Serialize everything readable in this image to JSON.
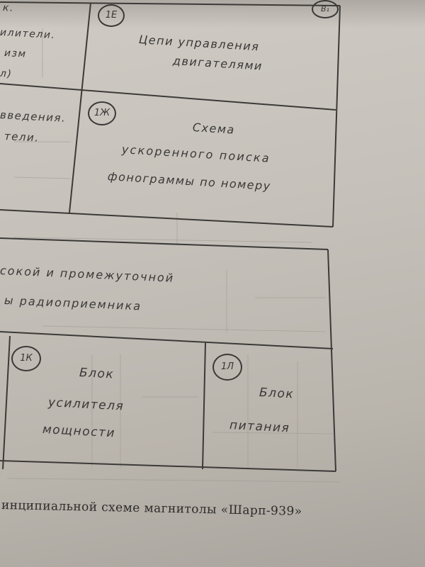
{
  "blocks": {
    "top_left_partial": [
      "к.",
      "илители.",
      "изм",
      "л)"
    ],
    "block_1e": {
      "id": "1Е",
      "lines": [
        "Цепи управления",
        "двигателями"
      ]
    },
    "top_right_partial_id": "В₁",
    "mid_left_partial": [
      "введения.",
      "тели."
    ],
    "block_1zh": {
      "id": "1Ж",
      "lines": [
        "Схема",
        "ускоренного поиска",
        "фонограммы по номеру"
      ]
    },
    "lower_header": [
      "сокой и промежуточной",
      "ы радиоприемника"
    ],
    "block_1k": {
      "id": "1К",
      "lines": [
        "Блок",
        "усилителя",
        "мощности"
      ]
    },
    "block_1l": {
      "id": "1Л",
      "lines": [
        "Блок",
        "питания"
      ]
    }
  },
  "caption": "инципиальной схеме магнитолы «Шарп-939»"
}
